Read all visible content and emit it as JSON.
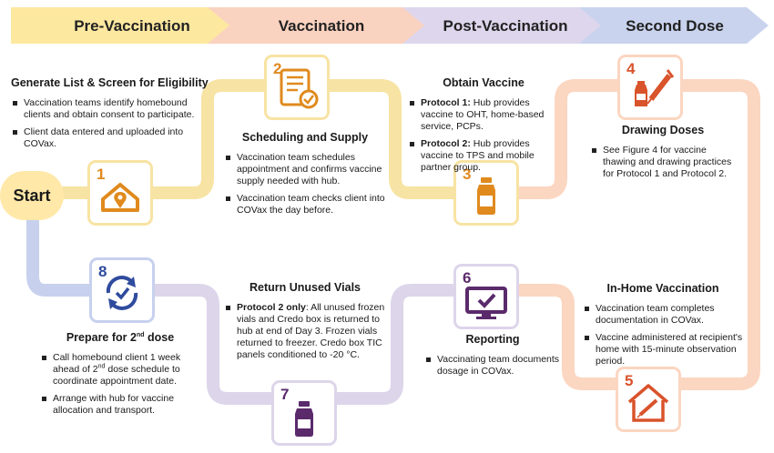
{
  "phases": [
    {
      "label": "Pre-Vaccination",
      "color": "#fde8a0"
    },
    {
      "label": "Vaccination",
      "color": "#fad2c0"
    },
    {
      "label": "Post-Vaccination",
      "color": "#ddd6ec"
    },
    {
      "label": "Second Dose",
      "color": "#c9d3ee"
    }
  ],
  "start_label": "Start",
  "steps": [
    {
      "number": "1",
      "icon": "home-location-icon",
      "title": "Generate List & Screen for Eligibility",
      "bullets": [
        "Vaccination teams identify homebound clients and obtain consent to participate.",
        "Client data entered and uploaded into COVax."
      ]
    },
    {
      "number": "2",
      "icon": "checklist-icon",
      "title": "Scheduling and Supply",
      "bullets": [
        "Vaccination team schedules appointment and confirms vaccine supply needed with hub.",
        "Vaccination team checks client into COVax the day before."
      ]
    },
    {
      "number": "3",
      "icon": "vial-icon",
      "title": "Obtain Vaccine",
      "bullets": [
        {
          "bold": "Protocol 1:",
          "text": " Hub provides vaccine to OHT, home-based service, PCPs."
        },
        {
          "bold": "Protocol 2:",
          "text": " Hub provides vaccine to TPS and mobile partner group."
        }
      ]
    },
    {
      "number": "4",
      "icon": "syringe-vial-icon",
      "title": "Drawing Doses",
      "bullets": [
        "See Figure 4 for vaccine thawing and drawing practices for Protocol 1 and Protocol 2."
      ]
    },
    {
      "number": "5",
      "icon": "house-syringe-icon",
      "title": "In-Home Vaccination",
      "bullets": [
        "Vaccination team completes documentation in COVax.",
        "Vaccine administered at recipient's home with 15-minute observation period."
      ]
    },
    {
      "number": "6",
      "icon": "monitor-check-icon",
      "title": "Reporting",
      "bullets": [
        "Vaccinating team documents dosage in COVax."
      ]
    },
    {
      "number": "7",
      "icon": "vial-icon",
      "title": "Return Unused Vials",
      "bullets": [
        {
          "bold": "Protocol 2 only",
          "text": ": All unused frozen vials and Credo box is returned to hub at end of Day 3. Frozen vials returned to freezer. Credo box TIC panels conditioned to -20 °C."
        }
      ]
    },
    {
      "number": "8",
      "icon": "cycle-check-icon",
      "title_main": "Prepare for 2",
      "title_sup": "nd",
      "title_tail": " dose",
      "bullets_sup": [
        {
          "a": "Call homebound client 1 week ahead of 2",
          "sup": "nd",
          "b": " dose schedule to coordinate appointment date."
        }
      ],
      "bullets": [
        "Arrange with hub for vaccine allocation and transport."
      ]
    }
  ],
  "colors": {
    "yellow": "#f7e3a3",
    "yellow_dark": "#f0b545",
    "peach": "#fbd6c1",
    "peach_dark": "#e8832f",
    "lavender": "#ddd5ea",
    "lavender_dark": "#5a2a6b",
    "blue": "#c7d1ee",
    "blue_dark": "#2f4b9e",
    "num_yellow": "#e08a1e",
    "num_red": "#d9532b",
    "num_purple": "#5a2a6b",
    "num_blue": "#2f4b9e"
  }
}
